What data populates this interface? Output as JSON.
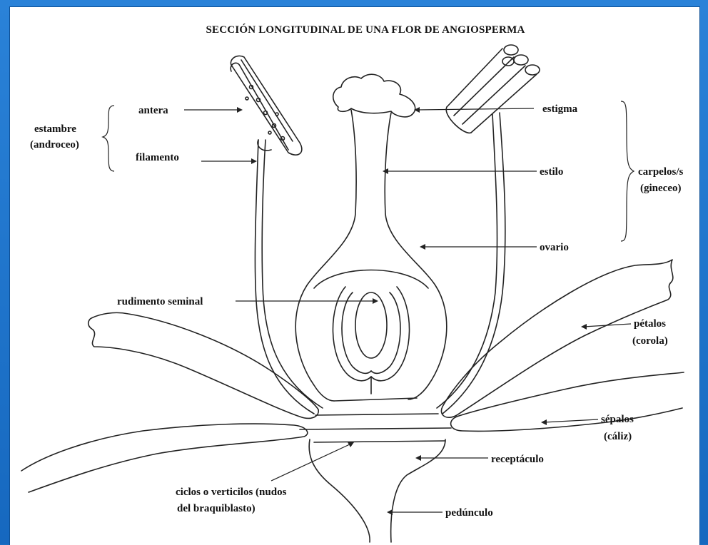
{
  "title": "SECCIÓN LONGITUDINAL DE UNA FLOR DE ANGIOSPERMA",
  "labels": {
    "antera": "antera",
    "filamento": "filamento",
    "estambre_1": "estambre",
    "estambre_2": "(androceo)",
    "estigma": "estigma",
    "estilo": "estilo",
    "carpelos_1": "carpelos/s",
    "carpelos_2": "(gineceo)",
    "ovario": "ovario",
    "rudimento": "rudimento seminal",
    "petalos_1": "pétalos",
    "petalos_2": "(corola)",
    "sepalos_1": "sépalos",
    "sepalos_2": "(cáliz)",
    "receptaculo": "receptáculo",
    "ciclos_1": "ciclos o verticilos (nudos",
    "ciclos_2": "del braquiblasto)",
    "pedunculo": "pedúnculo"
  },
  "colors": {
    "frame": "#1a6fc4",
    "background": "#ffffff",
    "ink": "#222222"
  }
}
